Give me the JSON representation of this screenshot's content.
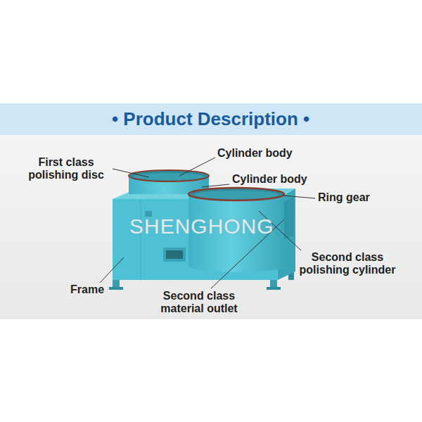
{
  "diagram": {
    "title": "• Product Description •",
    "labels": [
      "First class polishing disc",
      "Cylinder body",
      "Cylinder body",
      "Ring gear",
      "Second class polishing cylinder",
      "Frame",
      "Second class material outlet",
      "SHENGHONG"
    ]
  }
}
